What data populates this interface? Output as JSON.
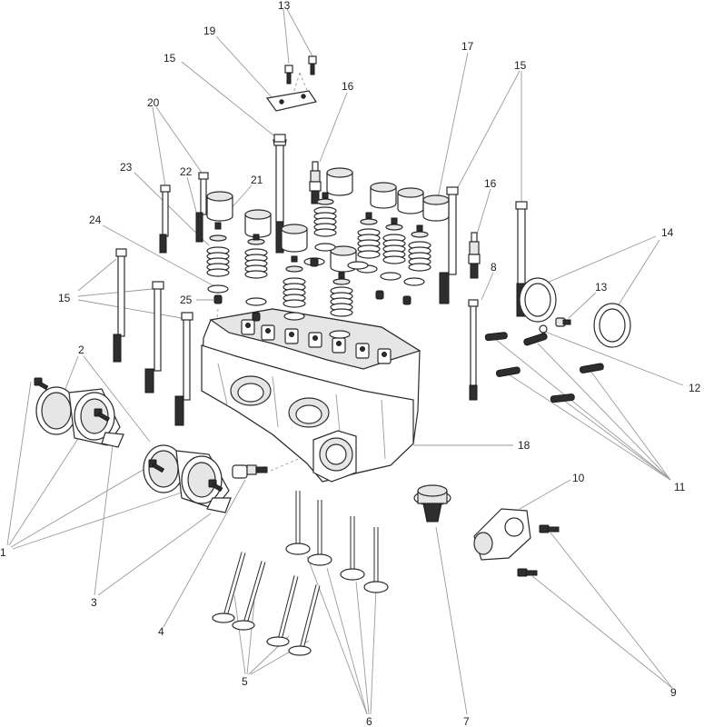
{
  "callouts": {
    "c1": "1",
    "c2": "2",
    "c3": "3",
    "c4": "4",
    "c5": "5",
    "c6": "6",
    "c7": "7",
    "c8": "8",
    "c9": "9",
    "c10": "10",
    "c11": "11",
    "c12": "12",
    "c13a": "13",
    "c13b": "13",
    "c14": "14",
    "c15a": "15",
    "c15b": "15",
    "c15c": "15",
    "c16a": "16",
    "c16b": "16",
    "c17": "17",
    "c18": "18",
    "c19": "19",
    "c20": "20",
    "c21": "21",
    "c22": "22",
    "c23": "23",
    "c24": "24",
    "c25": "25"
  },
  "colors": {
    "line": "#2b2b2b",
    "leader": "#9a9a9a",
    "fill": "#ffffff",
    "shade": "#e6e6e6",
    "dark": "#2e2e2e"
  }
}
